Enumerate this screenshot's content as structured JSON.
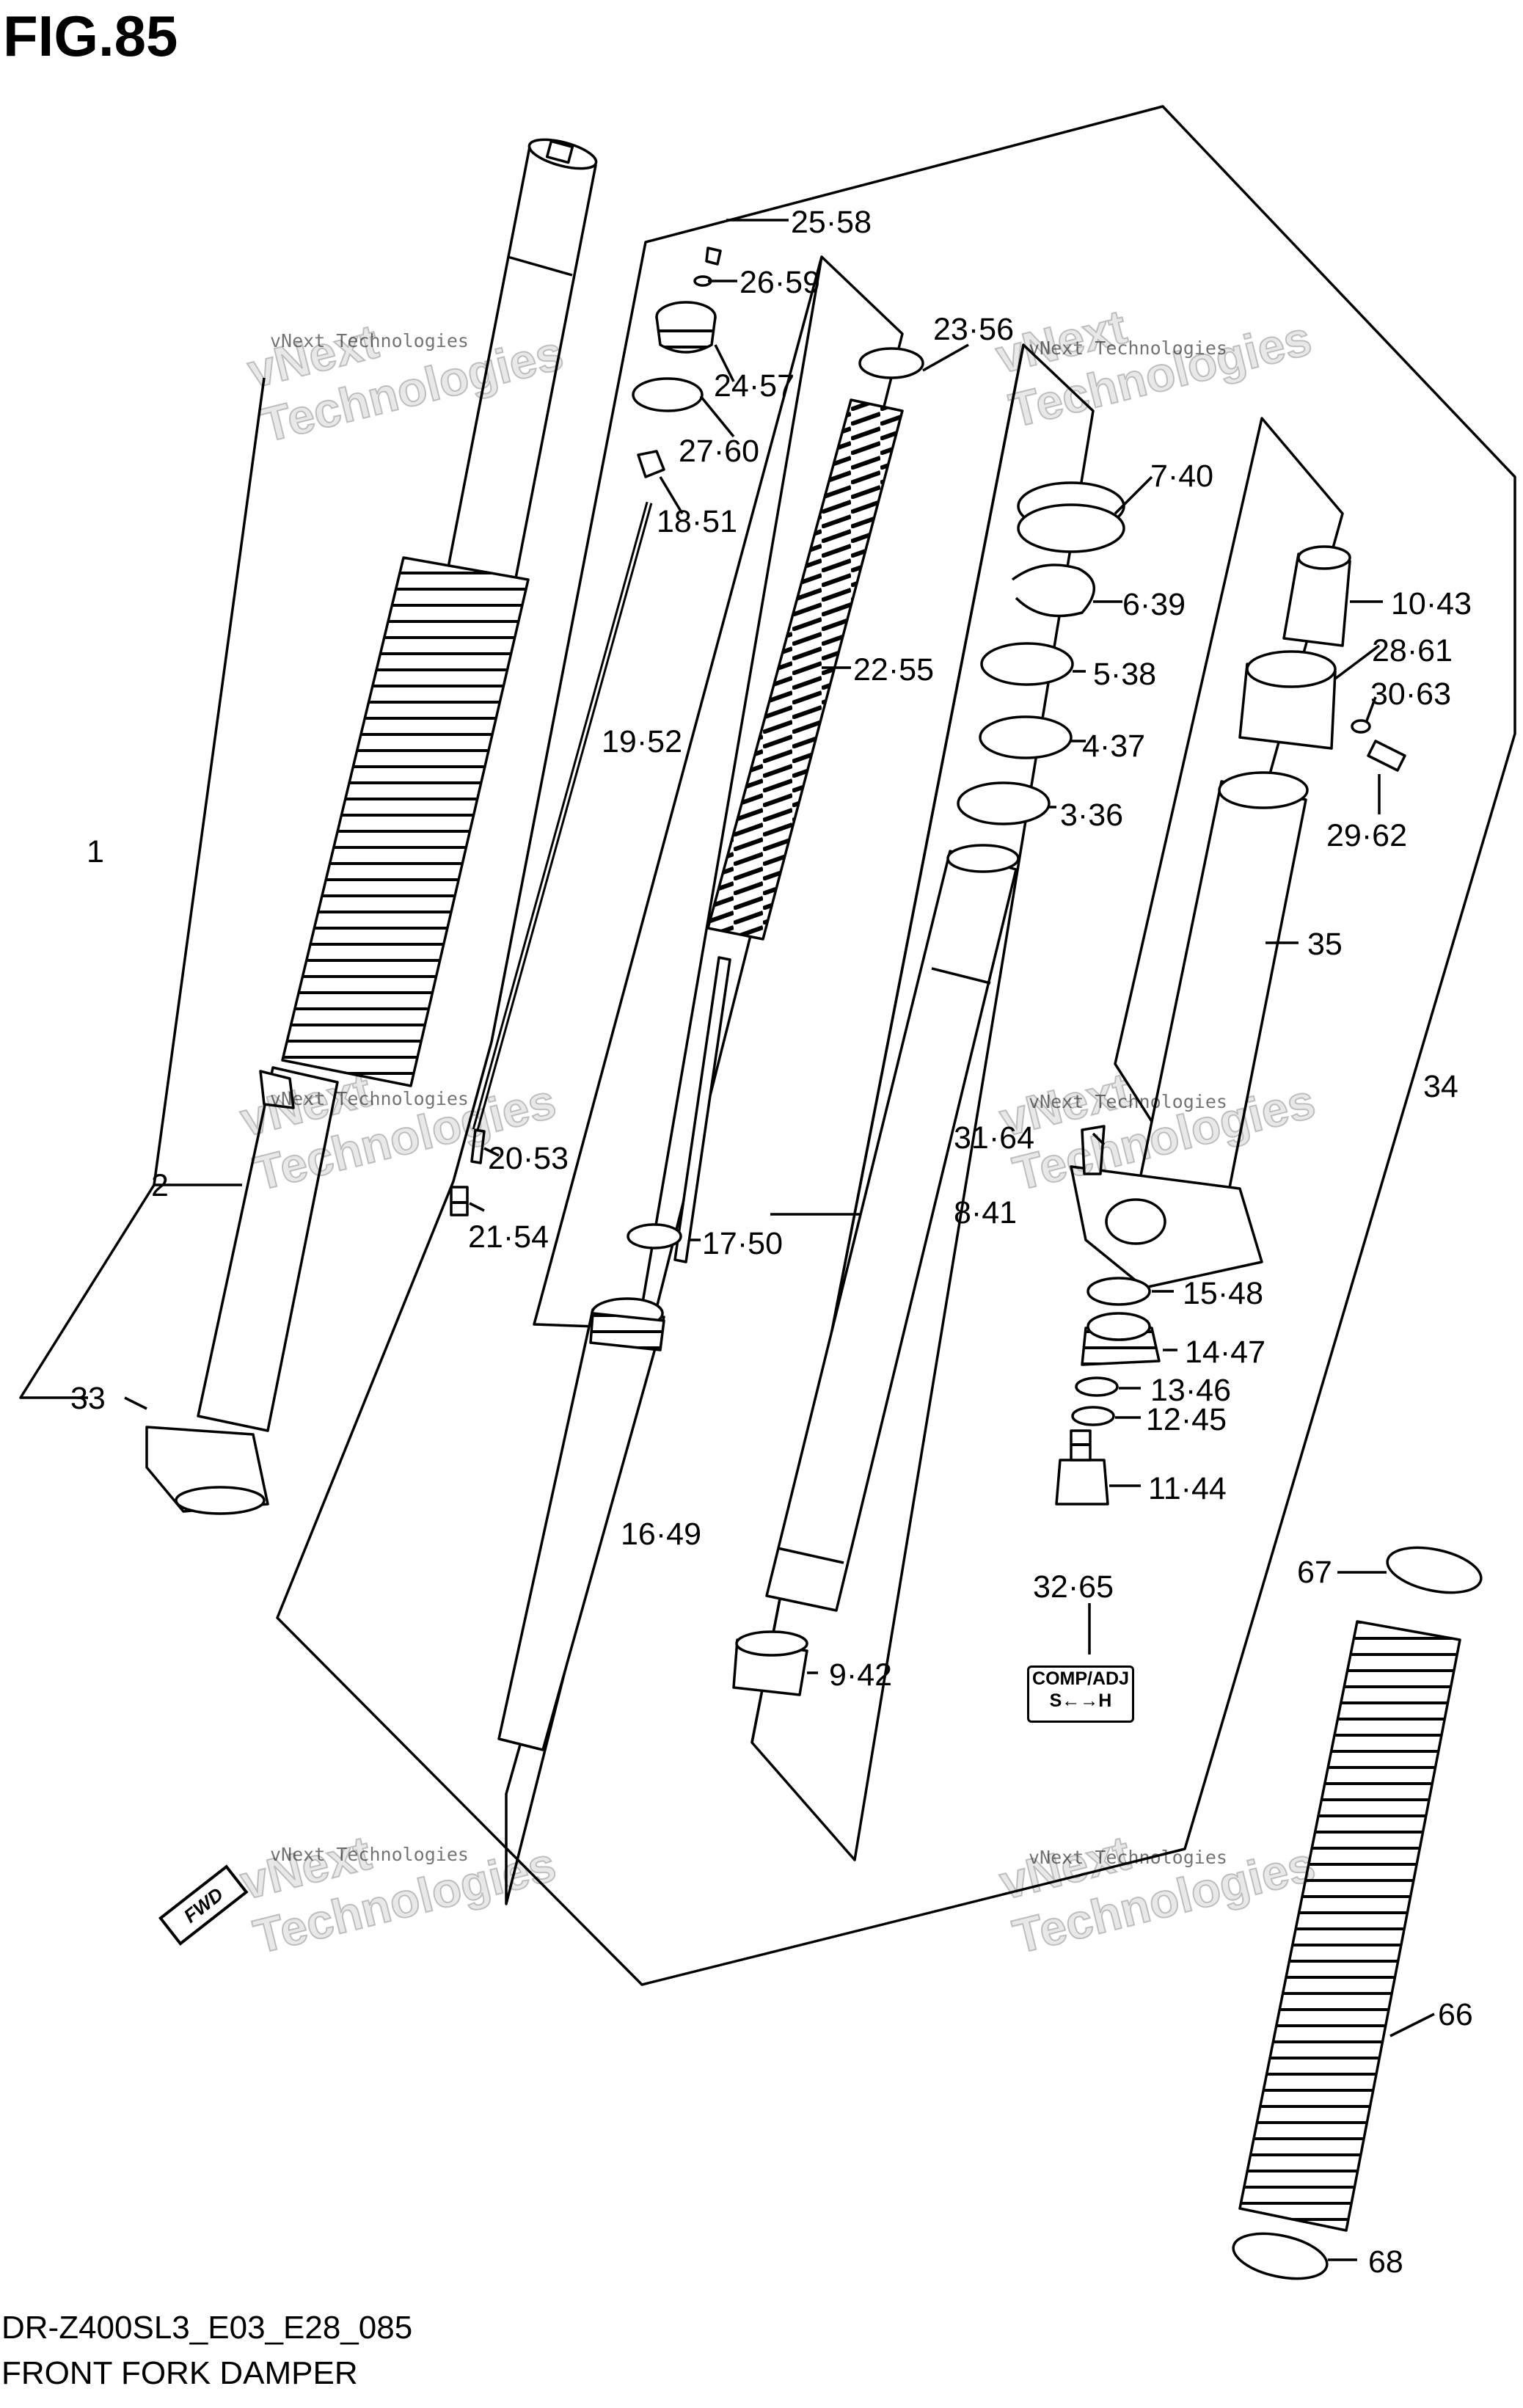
{
  "header": {
    "fig_title": "FIG.85"
  },
  "footer": {
    "model_code": "DR-Z400SL3_E03_E28_085",
    "diagram_title": "FRONT FORK DAMPER"
  },
  "watermark": {
    "line1": "vNext Technologies",
    "line2": "vNext",
    "line3": "Technologies"
  },
  "badge": {
    "line1": "COMP/ADJ",
    "line2": "S←→H"
  },
  "fwd_label": "FWD",
  "parts": [
    {
      "id": "p1",
      "label": "1"
    },
    {
      "id": "p2",
      "label": "2"
    },
    {
      "id": "p33",
      "label": "33"
    },
    {
      "id": "p25",
      "label": "25·58"
    },
    {
      "id": "p26",
      "label": "26·59"
    },
    {
      "id": "p23",
      "label": "23·56"
    },
    {
      "id": "p24",
      "label": "24·57"
    },
    {
      "id": "p27",
      "label": "27·60"
    },
    {
      "id": "p18",
      "label": "18·51"
    },
    {
      "id": "p19",
      "label": "19·52"
    },
    {
      "id": "p22",
      "label": "22·55"
    },
    {
      "id": "p20",
      "label": "20·53"
    },
    {
      "id": "p21",
      "label": "21·54"
    },
    {
      "id": "p17",
      "label": "17·50"
    },
    {
      "id": "p16",
      "label": "16·49"
    },
    {
      "id": "p7",
      "label": "7·40"
    },
    {
      "id": "p6",
      "label": "6·39"
    },
    {
      "id": "p5",
      "label": "5·38"
    },
    {
      "id": "p4",
      "label": "4·37"
    },
    {
      "id": "p3",
      "label": "3·36"
    },
    {
      "id": "p8",
      "label": "8·41"
    },
    {
      "id": "p9",
      "label": "9·42"
    },
    {
      "id": "p10",
      "label": "10·43"
    },
    {
      "id": "p28",
      "label": "28·61"
    },
    {
      "id": "p30",
      "label": "30·63"
    },
    {
      "id": "p29",
      "label": "29·62"
    },
    {
      "id": "p35",
      "label": "35"
    },
    {
      "id": "p34",
      "label": "34"
    },
    {
      "id": "p31",
      "label": "31·64"
    },
    {
      "id": "p15",
      "label": "15·48"
    },
    {
      "id": "p14",
      "label": "14·47"
    },
    {
      "id": "p13",
      "label": "13·46"
    },
    {
      "id": "p12",
      "label": "12·45"
    },
    {
      "id": "p11",
      "label": "11·44"
    },
    {
      "id": "p32",
      "label": "32·65"
    },
    {
      "id": "p67",
      "label": "67"
    },
    {
      "id": "p66",
      "label": "66"
    },
    {
      "id": "p68",
      "label": "68"
    }
  ]
}
